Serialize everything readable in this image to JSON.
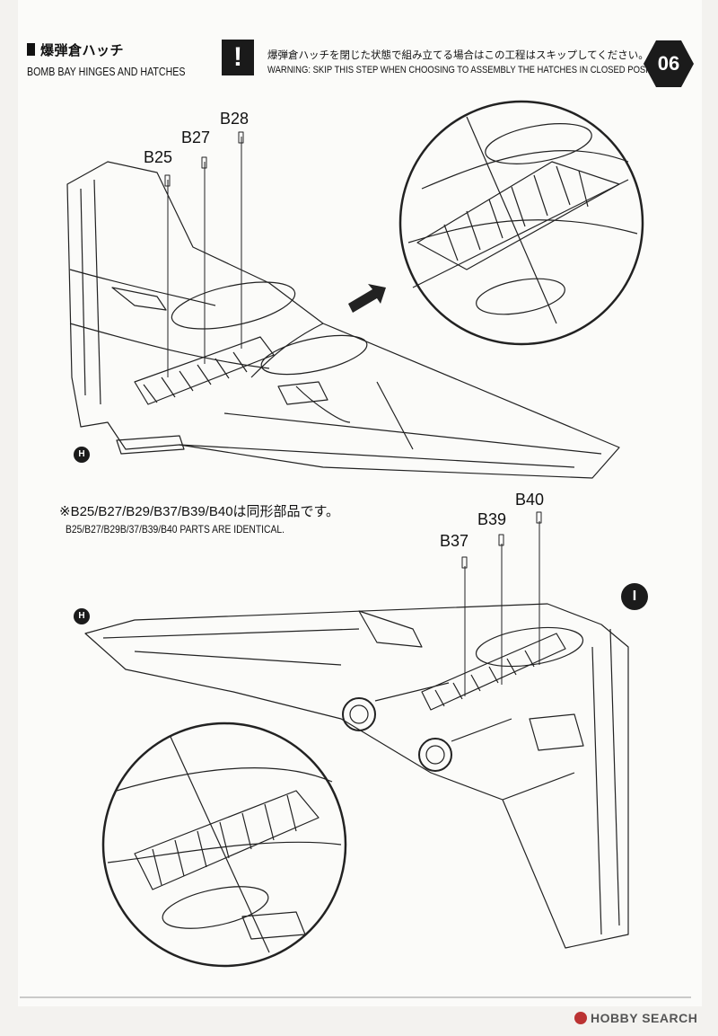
{
  "header": {
    "title_ja": "爆弾倉ハッチ",
    "title_en": "BOMB BAY HINGES AND HATCHES",
    "warning_icon": "!",
    "warning_ja": "爆弾倉ハッチを閉じた状態で組み立てる場合はこの工程はスキップしてください。",
    "warning_en": "WARNING: SKIP THIS STEP WHEN CHOOSING TO ASSEMBLY THE HATCHES IN CLOSED POSITION.",
    "step_number": "06"
  },
  "upper_diagram": {
    "parts": [
      "B25",
      "B27",
      "B28"
    ],
    "sub_assembly_badge": "H"
  },
  "note": {
    "ja": "※B25/B27/B29/B37/B39/B40は同形部品です。",
    "en": "B25/B27/B29B/37/B39/B40 PARTS ARE IDENTICAL."
  },
  "lower_diagram": {
    "parts": [
      "B37",
      "B39",
      "B40"
    ],
    "sub_assembly_badge": "H",
    "sub_assembly_badge_large": "I"
  },
  "watermark": {
    "brand": "HOBBY SEARCH"
  },
  "icons": {
    "warning": "exclamation-icon",
    "step": "hexagon-step-icon",
    "arrow": "direction-arrow-icon"
  },
  "colors": {
    "ink": "#111111",
    "paper": "#fbfbf9",
    "badge": "#1b1b1b"
  }
}
